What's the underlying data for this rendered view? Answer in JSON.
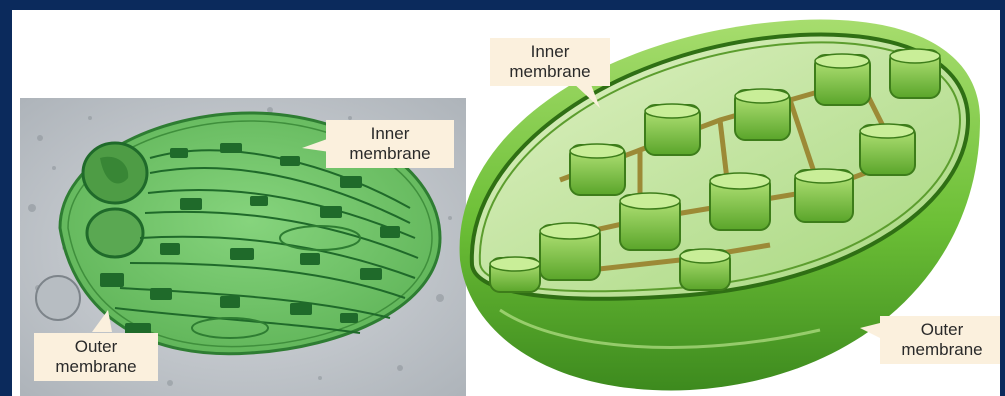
{
  "labels": {
    "inner_left": {
      "line1": "Inner",
      "line2": "membrane"
    },
    "outer_left": {
      "line1": "Outer",
      "line2": "membrane"
    },
    "inner_right": {
      "line1": "Inner",
      "line2": "membrane"
    },
    "outer_right": {
      "line1": "Outer",
      "line2": "membrane"
    }
  },
  "colors": {
    "background": "#0b2a5c",
    "label_fill": "#fbf0dd",
    "chloroplast_green": "#7ccb74",
    "thylakoid_dark": "#1f6a2a",
    "granum_light": "#8fd16a"
  }
}
